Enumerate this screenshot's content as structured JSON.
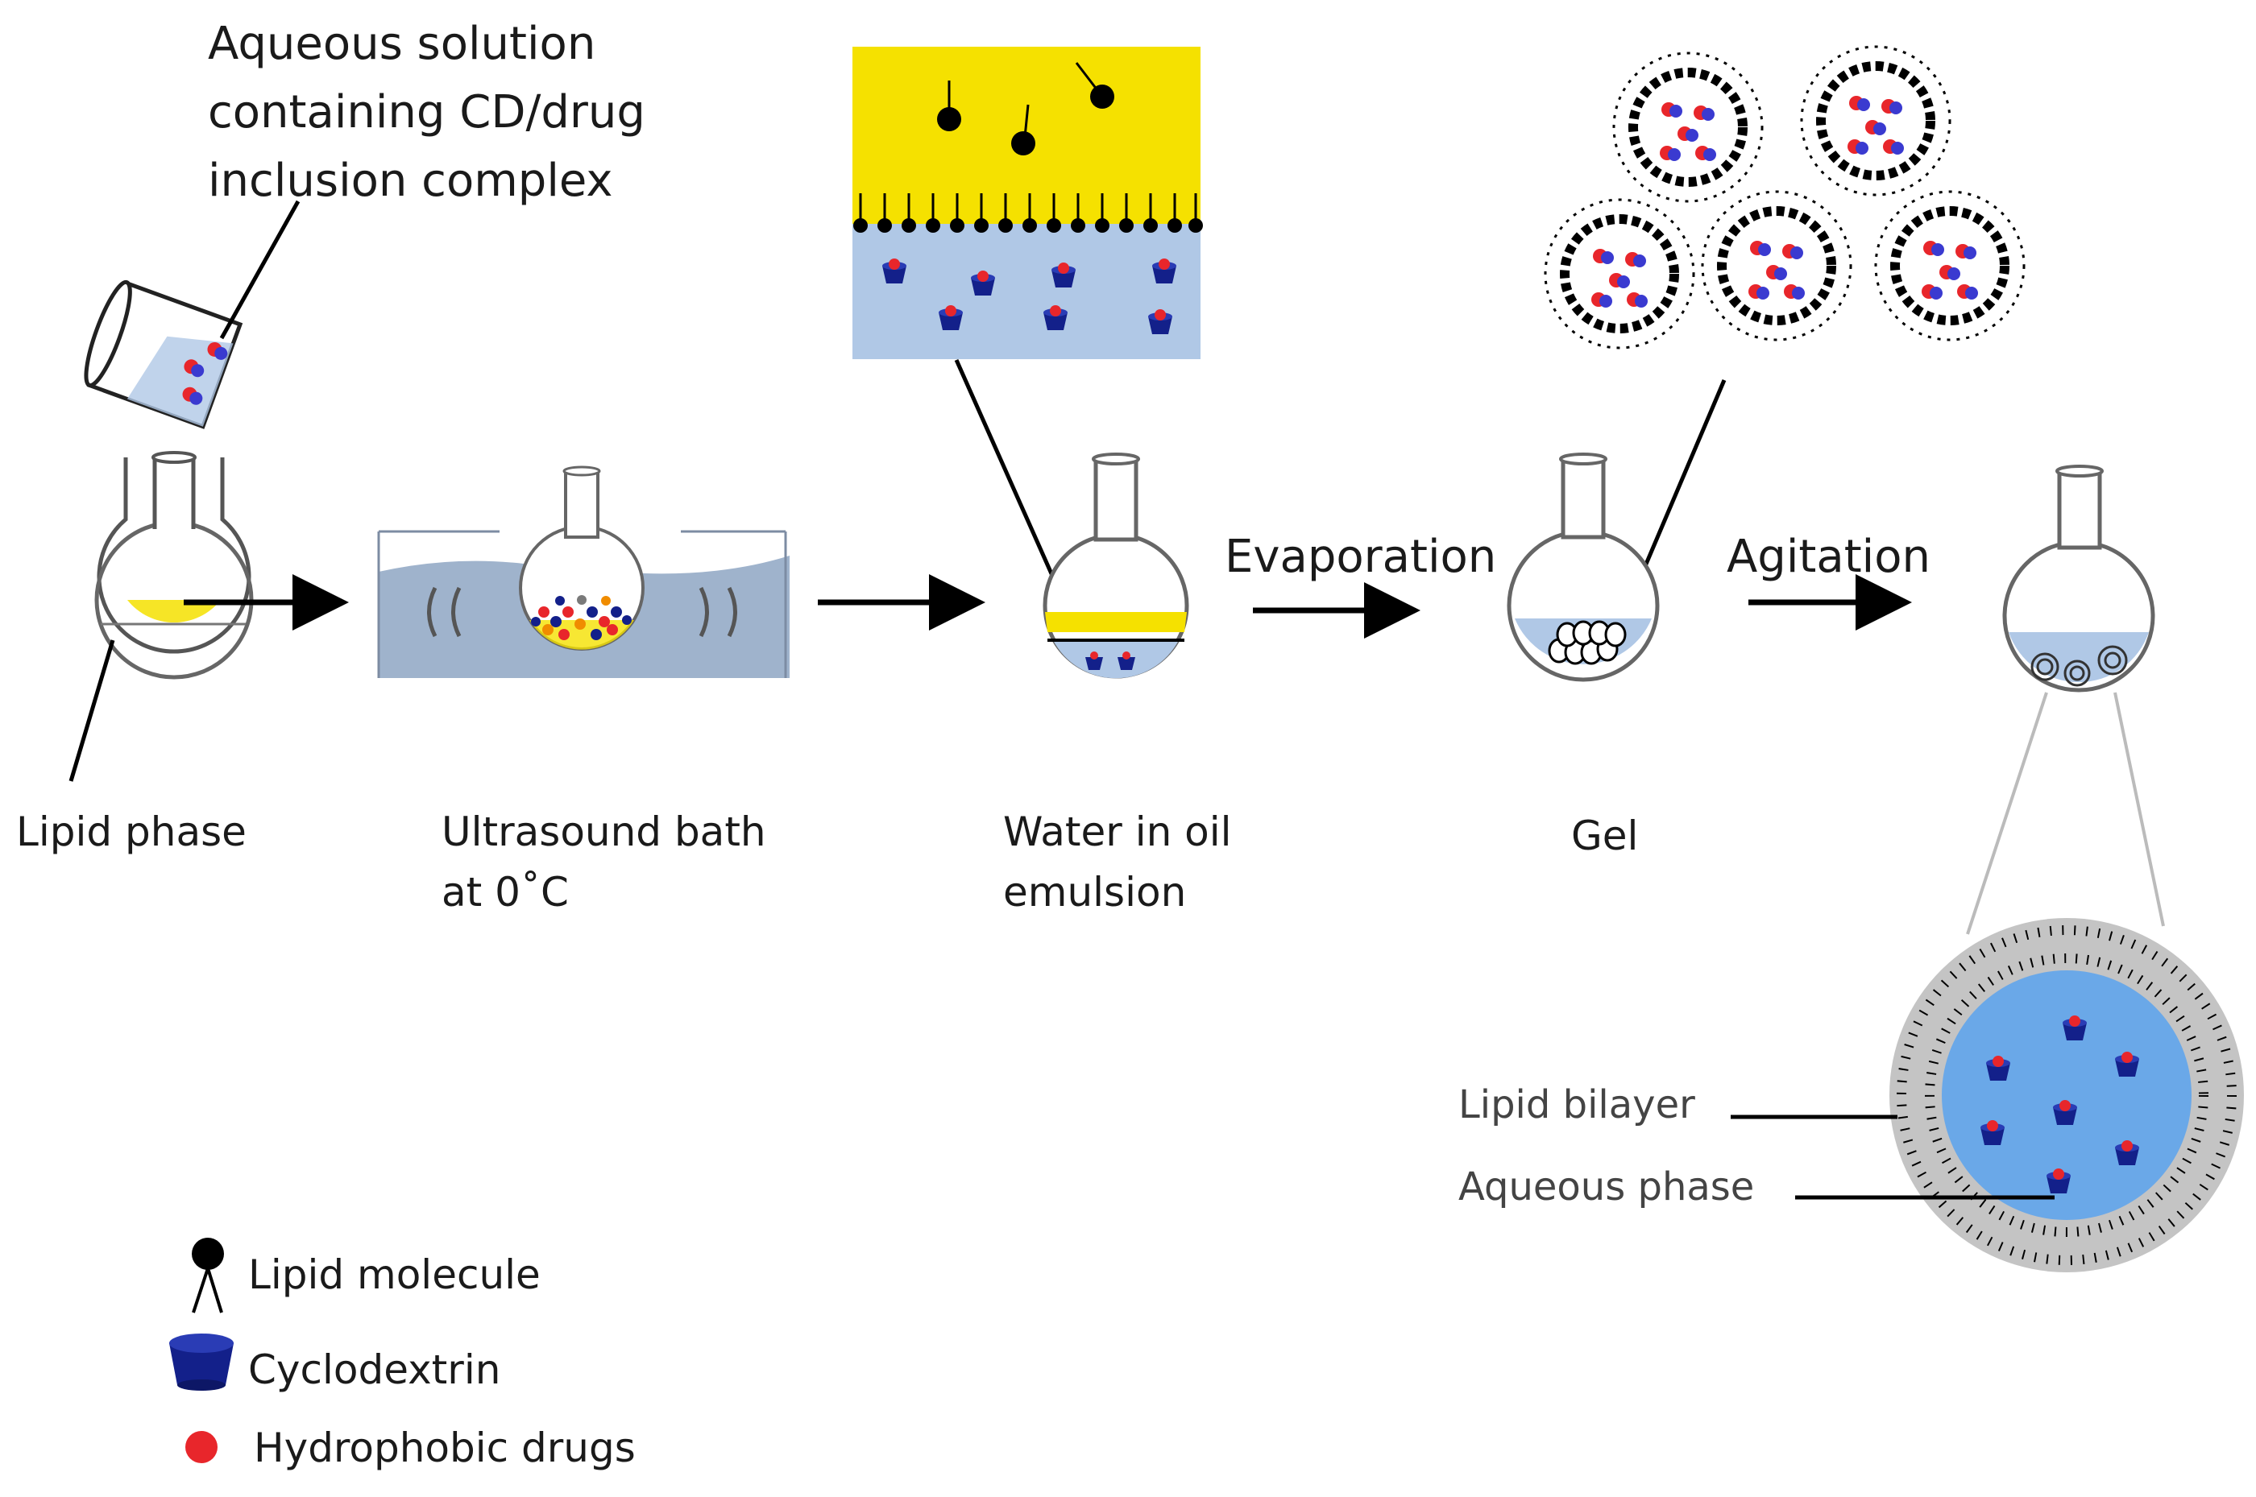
{
  "labels": {
    "aqueous_line1": "Aqueous solution",
    "aqueous_line2": "containing CD/drug",
    "aqueous_line3": "inclusion complex",
    "lipid_phase": "Lipid phase",
    "ultrasound_line1": "Ultrasound bath",
    "ultrasound_line2": "at 0˚C",
    "water_line1": "Water in oil",
    "water_line2": "emulsion",
    "gel": "Gel",
    "evaporation": "Evaporation",
    "agitation": "Agitation",
    "lipid_bilayer": "Lipid bilayer",
    "aqueous_phase": "Aqueous phase"
  },
  "legend": {
    "lipid_molecule": "Lipid molecule",
    "cyclodextrin": "Cyclodextrin",
    "hydrophobic_drugs": "Hydrophobic drugs"
  },
  "colors": {
    "lipid_yellow": "#f5e100",
    "water_blue": "#b0c8e6",
    "bath_blue": "#9fb3cc",
    "vesicle_blue": "#6aa8e8",
    "cd_navy": "#13208a",
    "drug_red": "#e8262b",
    "bilayer_gray": "#c4c4c4"
  }
}
